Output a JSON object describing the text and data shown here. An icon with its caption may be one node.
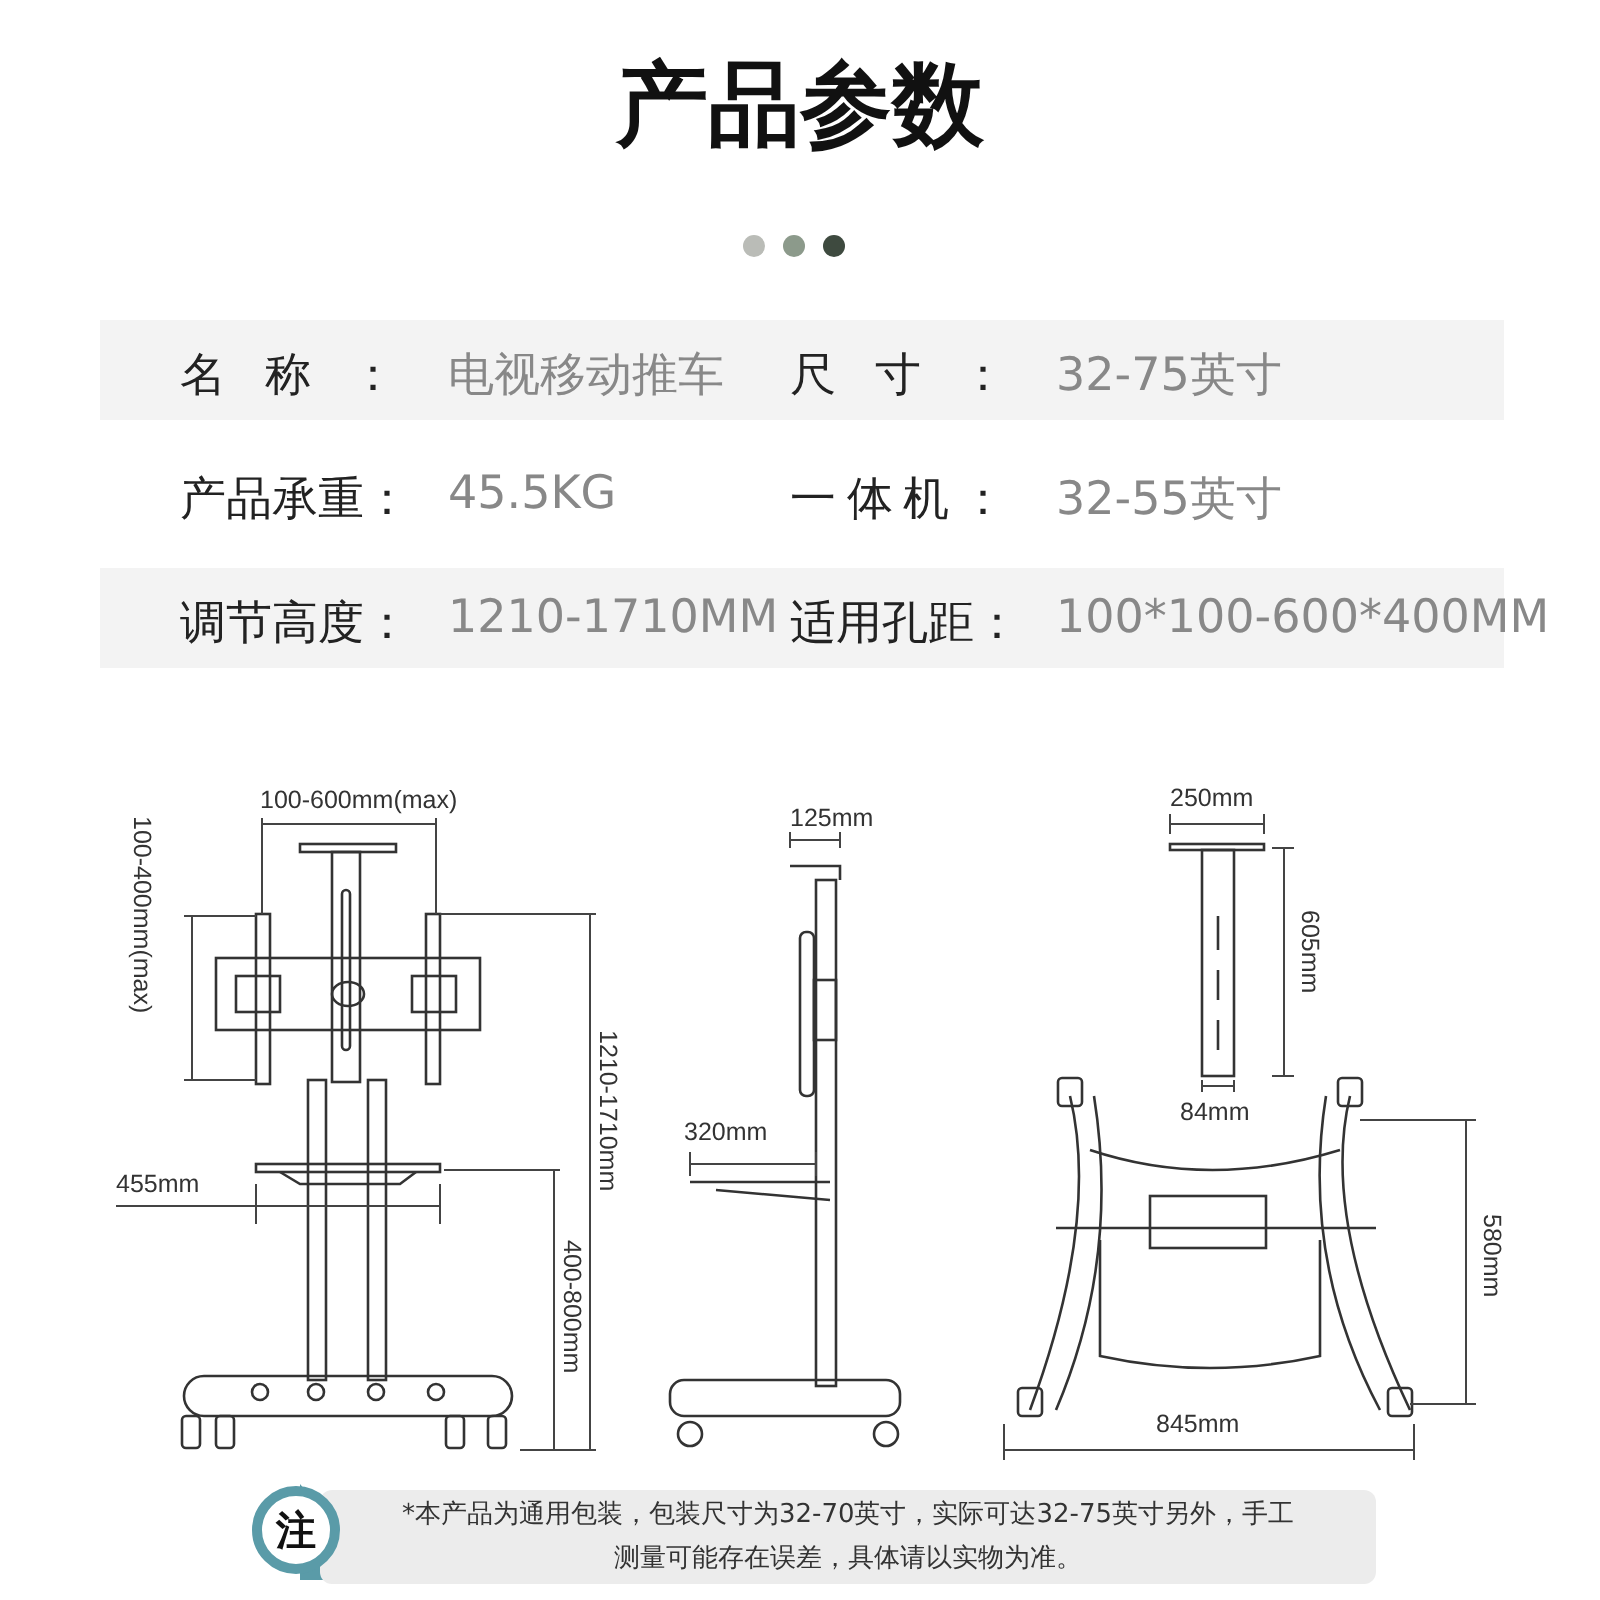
{
  "diagram": {
    "title": "产品参数",
    "nodes": [
      {
        "text": [
          "注"
        ]
      },
      {
        "text": [
          "*本产品为通用包装，包装尺寸为32-70英寸，实际可达32-75英寸另外，手工测量可能存在误差，具体请以实物为准。"
        ]
      }
    ],
    "labels": [
      "名称：",
      "电视移动推车",
      "尺寸：",
      "32-75英寸",
      "产品承重：",
      "45.5KG",
      "一体机：",
      "32-55英寸",
      "调节高度：",
      "1210-1710MM",
      "适用孔距：",
      "100*100-600*400MM",
      "100-600mm(max)",
      "100-400mm(max)",
      "1210-1710mm",
      "455mm",
      "400-800mm",
      "125mm",
      "320mm",
      "250mm",
      "605mm",
      "84mm",
      "580mm",
      "845mm"
    ]
  }
}
